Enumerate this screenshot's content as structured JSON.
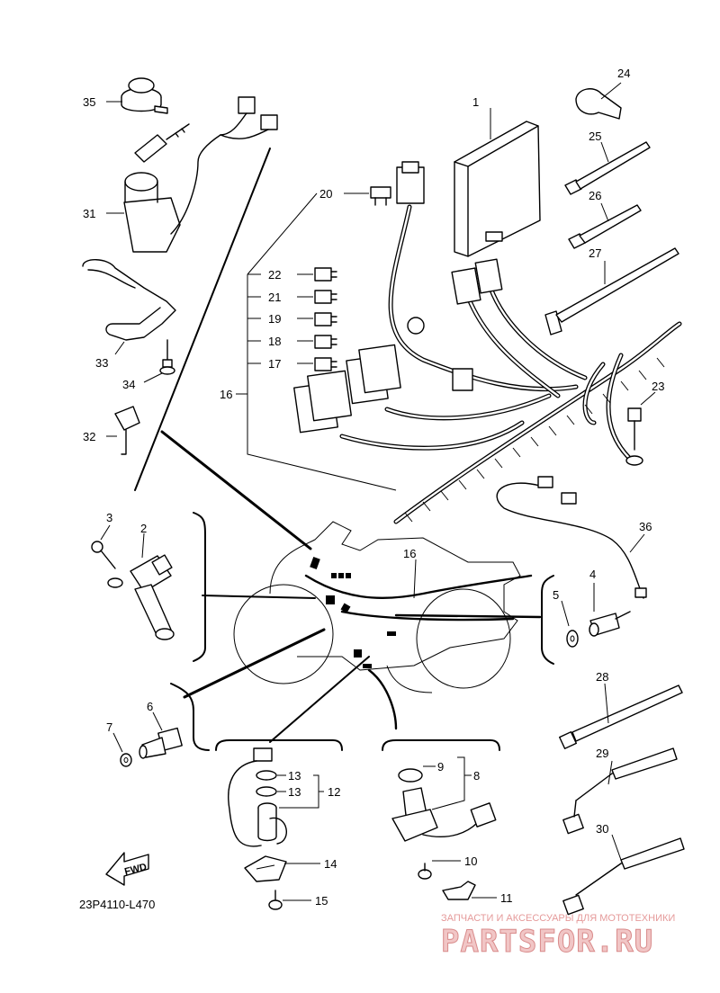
{
  "diagram": {
    "code": "23P4110-L470",
    "fwd_label": "FWD",
    "watermark": {
      "subtitle": "ЗАПЧАСТИ И АКСЕССУАРЫ ДЛЯ МОТОТЕХНИКИ",
      "brand": "PARTSFOR.RU"
    },
    "callouts": {
      "c1": "1",
      "c2": "2",
      "c3": "3",
      "c4": "4",
      "c5": "5",
      "c6": "6",
      "c7": "7",
      "c8": "8",
      "c9": "9",
      "c10": "10",
      "c11": "11",
      "c12": "12",
      "c13a": "13",
      "c13b": "13",
      "c14": "14",
      "c15": "15",
      "c16a": "16",
      "c16b": "16",
      "c17": "17",
      "c18": "18",
      "c19": "19",
      "c20": "20",
      "c21": "21",
      "c22": "22",
      "c23": "23",
      "c24": "24",
      "c25": "25",
      "c26": "26",
      "c27": "27",
      "c28": "28",
      "c29": "29",
      "c30": "30",
      "c31": "31",
      "c32": "32",
      "c33": "33",
      "c34": "34",
      "c35": "35",
      "c36": "36"
    }
  }
}
